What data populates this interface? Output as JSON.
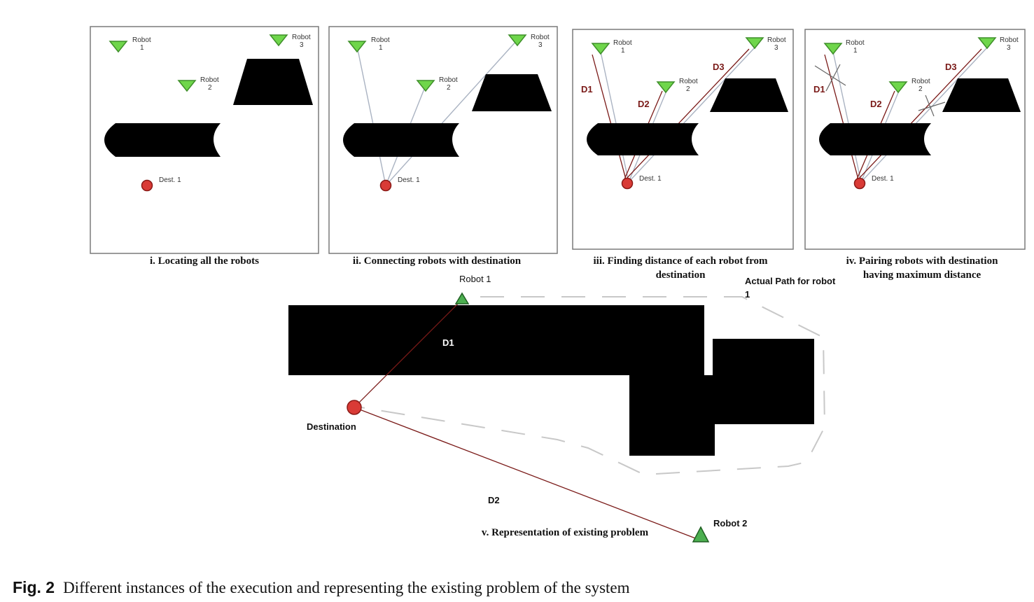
{
  "robot_label": "Robot",
  "dest_label": "Dest. 1",
  "panels": [
    {
      "caption": [
        "i.  Locating all the robots"
      ],
      "robots": [
        "1",
        "2",
        "3"
      ],
      "distance_labels": []
    },
    {
      "caption": [
        "ii. Connecting robots with destination"
      ],
      "robots": [
        "1",
        "2",
        "3"
      ],
      "distance_labels": []
    },
    {
      "caption": [
        "iii. Finding distance of each robot from",
        "destination"
      ],
      "robots": [
        "1",
        "2",
        "3"
      ],
      "distance_labels": [
        "D1",
        "D2",
        "D3"
      ]
    },
    {
      "caption": [
        "iv. Pairing robots with destination",
        "having maximum distance"
      ],
      "robots": [
        "1",
        "2",
        "3"
      ],
      "distance_labels": [
        "D1",
        "D2",
        "D3"
      ]
    }
  ],
  "main": {
    "robot1_label": "Robot 1",
    "robot2_label": "Robot 2",
    "destination_label": "Destination",
    "d1_label": "D1",
    "d2_label": "D2",
    "actual_path_label": [
      "Actual Path for robot",
      "1"
    ],
    "caption": "v. Representation of existing problem"
  },
  "figure_caption": {
    "number": "Fig. 2",
    "text": "Different instances of the execution and representing the existing problem of the system"
  },
  "colors": {
    "robot": "#6fd64b",
    "destination": "#d93b36",
    "distance_line": "#7a1a18",
    "connect_line": "#aab3c2",
    "obstacle": "#000000"
  }
}
